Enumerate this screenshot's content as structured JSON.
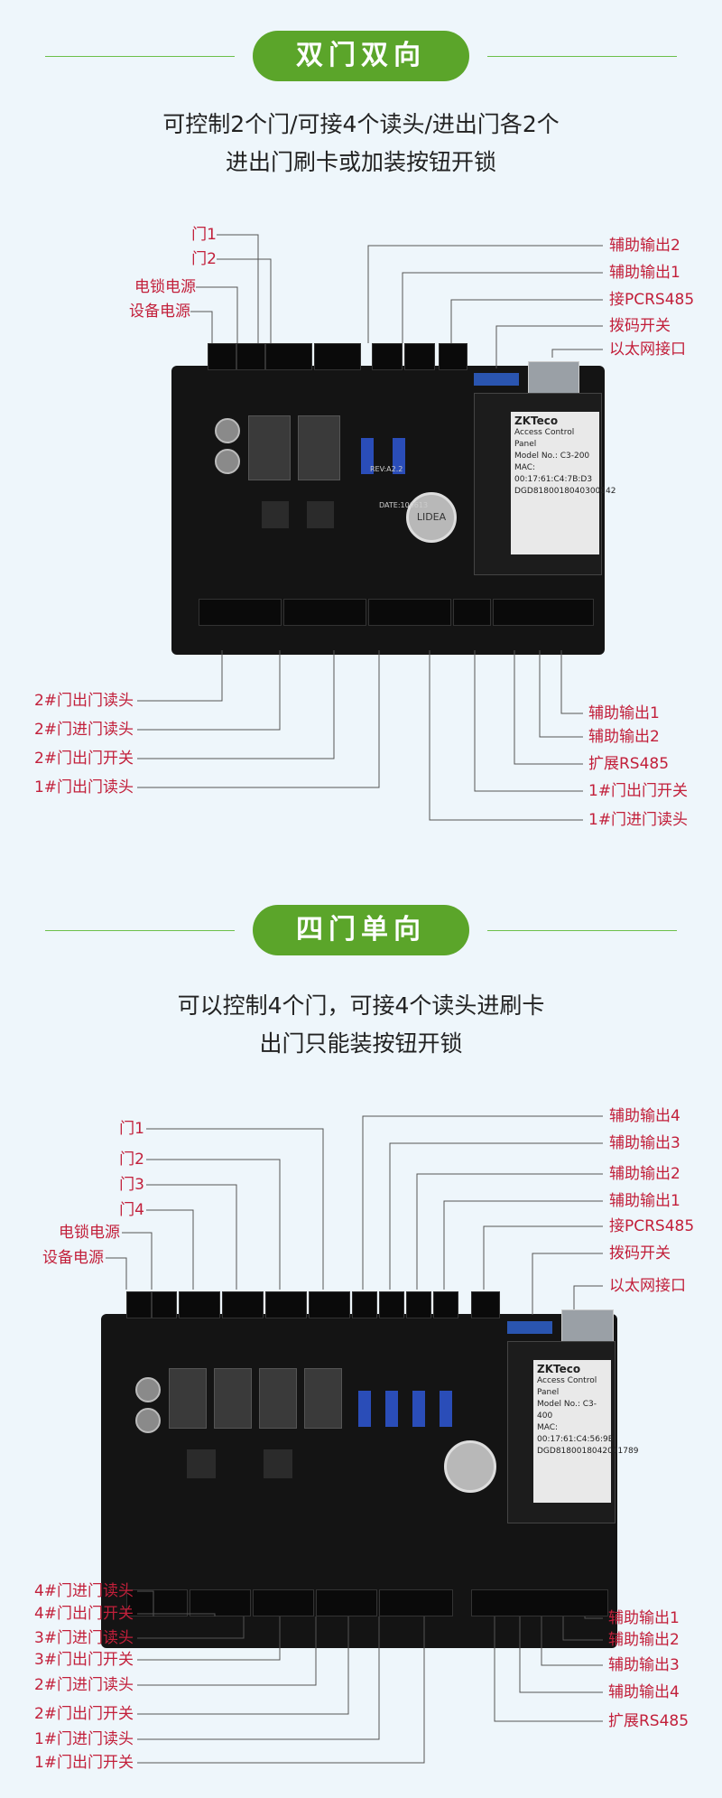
{
  "section1": {
    "title": "双门双向",
    "desc_line1": "可控制2个门/可接4个读头/进出门各2个",
    "desc_line2": "进出门刷卡或加装按钮开锁",
    "top_left_labels": [
      "门1",
      "门2",
      "电锁电源",
      "设备电源"
    ],
    "top_right_labels": [
      "辅助输出2",
      "辅助输出1",
      "接PCRS485",
      "拨码开关",
      "以太网接口"
    ],
    "bottom_left_labels": [
      "2#门出门读头",
      "2#门进门读头",
      "2#门出门开关",
      "1#门出门读头"
    ],
    "bottom_right_labels": [
      "辅助输出1",
      "辅助输出2",
      "扩展RS485",
      "1#门出门开关",
      "1#门进门读头"
    ],
    "board": {
      "brand": "ZKTeco",
      "product": "Access Control Panel",
      "model": "Model No.: C3-200",
      "mac": "MAC: 00:17:61:C4:7B:D3",
      "serial": "DGD8180018040300142",
      "battery": "LIDEA",
      "rev": "REV:A2.2",
      "date": "DATE:100613"
    }
  },
  "section2": {
    "title": "四门单向",
    "desc_line1": "可以控制4个门，可接4个读头进刷卡",
    "desc_line2": "出门只能装按钮开锁",
    "top_left_labels": [
      "门1",
      "门2",
      "门3",
      "门4",
      "电锁电源",
      "设备电源"
    ],
    "top_right_labels": [
      "辅助输出4",
      "辅助输出3",
      "辅助输出2",
      "辅助输出1",
      "接PCRS485",
      "拨码开关",
      "以太网接口"
    ],
    "bottom_left_labels": [
      "4#门进门读头",
      "4#门出门开关",
      "3#门进门读头",
      "3#门出门开关",
      "2#门进门读头",
      "2#门出门开关",
      "1#门进门读头",
      "1#门出门开关"
    ],
    "bottom_right_labels": [
      "辅助输出1",
      "辅助输出2",
      "辅助输出3",
      "辅助输出4",
      "扩展RS485"
    ],
    "board": {
      "brand": "ZKTeco",
      "product": "Access Control Panel",
      "model": "Model No.: C3-400",
      "mac": "MAC: 00:17:61:C4:56:9B",
      "serial": "DGD8180018042001789"
    }
  },
  "colors": {
    "accent": "#5ba52a",
    "label": "#c21f3a",
    "background": "#eef6fb",
    "board": "#141414"
  }
}
